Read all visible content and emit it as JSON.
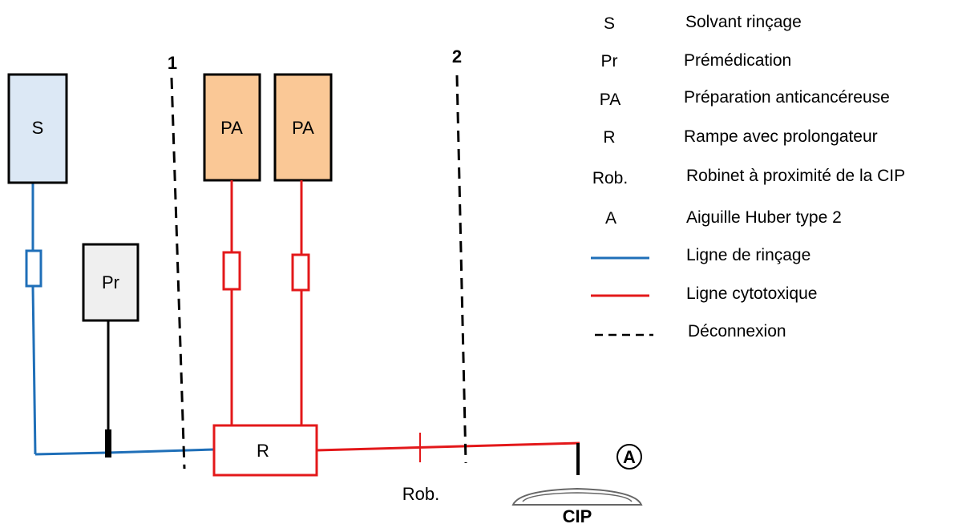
{
  "colors": {
    "rinse": "#1f6fb8",
    "cytotoxic": "#e3181a",
    "solvent_fill": "#dce8f5",
    "premed_fill": "#efefef",
    "pa_fill": "#fac896",
    "ink": "#000000"
  },
  "nodes": {
    "solvent": "S",
    "premedication": "Pr",
    "pa_1": "PA",
    "pa_2": "PA",
    "rampe": "R",
    "robinet": "Rob.",
    "aiguille": "A",
    "cip": "CIP"
  },
  "disconnections": {
    "first": "1",
    "second": "2"
  },
  "legend": [
    {
      "symbol": "S",
      "text": "Solvant rinçage"
    },
    {
      "symbol": "Pr",
      "text": "Prémédication"
    },
    {
      "symbol": "PA",
      "text": "Préparation anticancéreuse"
    },
    {
      "symbol": "R",
      "text": "Rampe avec prolongateur"
    },
    {
      "symbol": "Rob.",
      "text": "Robinet à proximité de la CIP"
    },
    {
      "symbol": "A",
      "text": "Aiguille Huber type 2"
    },
    {
      "symbol": "rinse-line",
      "text": "Ligne de rinçage"
    },
    {
      "symbol": "cytotoxic-line",
      "text": "Ligne cytotoxique"
    },
    {
      "symbol": "dashed-line",
      "text": "Déconnexion"
    }
  ]
}
